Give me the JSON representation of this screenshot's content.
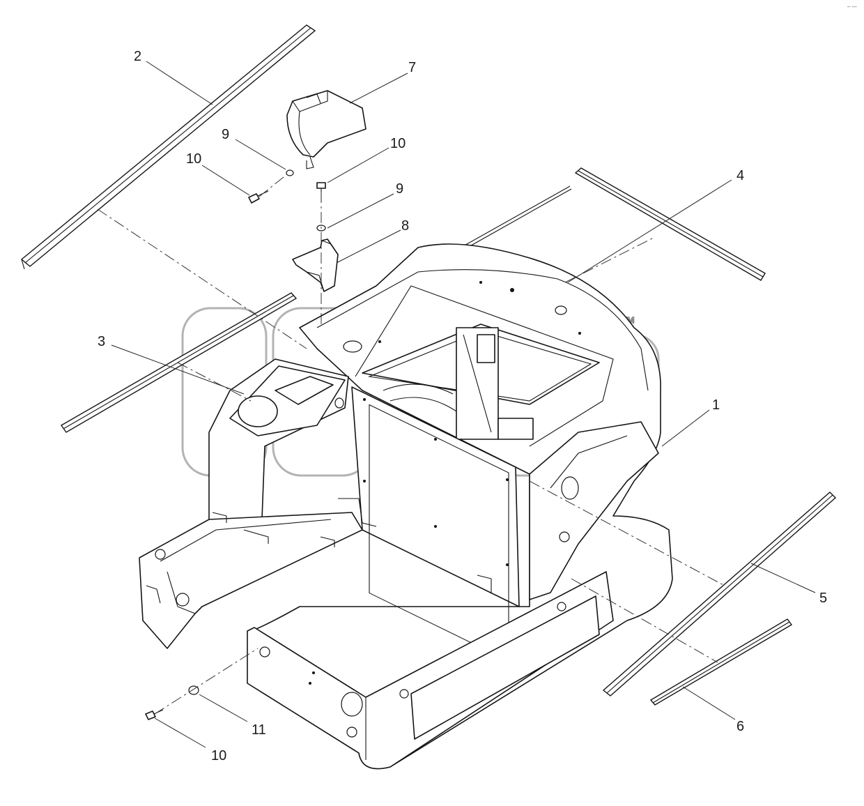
{
  "figure": {
    "corner_note": "-- ---",
    "watermark_mark": "™",
    "callouts": [
      {
        "id": "c2",
        "label": "2"
      },
      {
        "id": "c7",
        "label": "7"
      },
      {
        "id": "c9a",
        "label": "9"
      },
      {
        "id": "c10a",
        "label": "10"
      },
      {
        "id": "c10b",
        "label": "10"
      },
      {
        "id": "c9b",
        "label": "9"
      },
      {
        "id": "c8",
        "label": "8"
      },
      {
        "id": "c4",
        "label": "4"
      },
      {
        "id": "c3",
        "label": "3"
      },
      {
        "id": "c1",
        "label": "1"
      },
      {
        "id": "c5",
        "label": "5"
      },
      {
        "id": "c6",
        "label": "6"
      },
      {
        "id": "c11",
        "label": "11"
      },
      {
        "id": "c10c",
        "label": "10"
      }
    ]
  }
}
